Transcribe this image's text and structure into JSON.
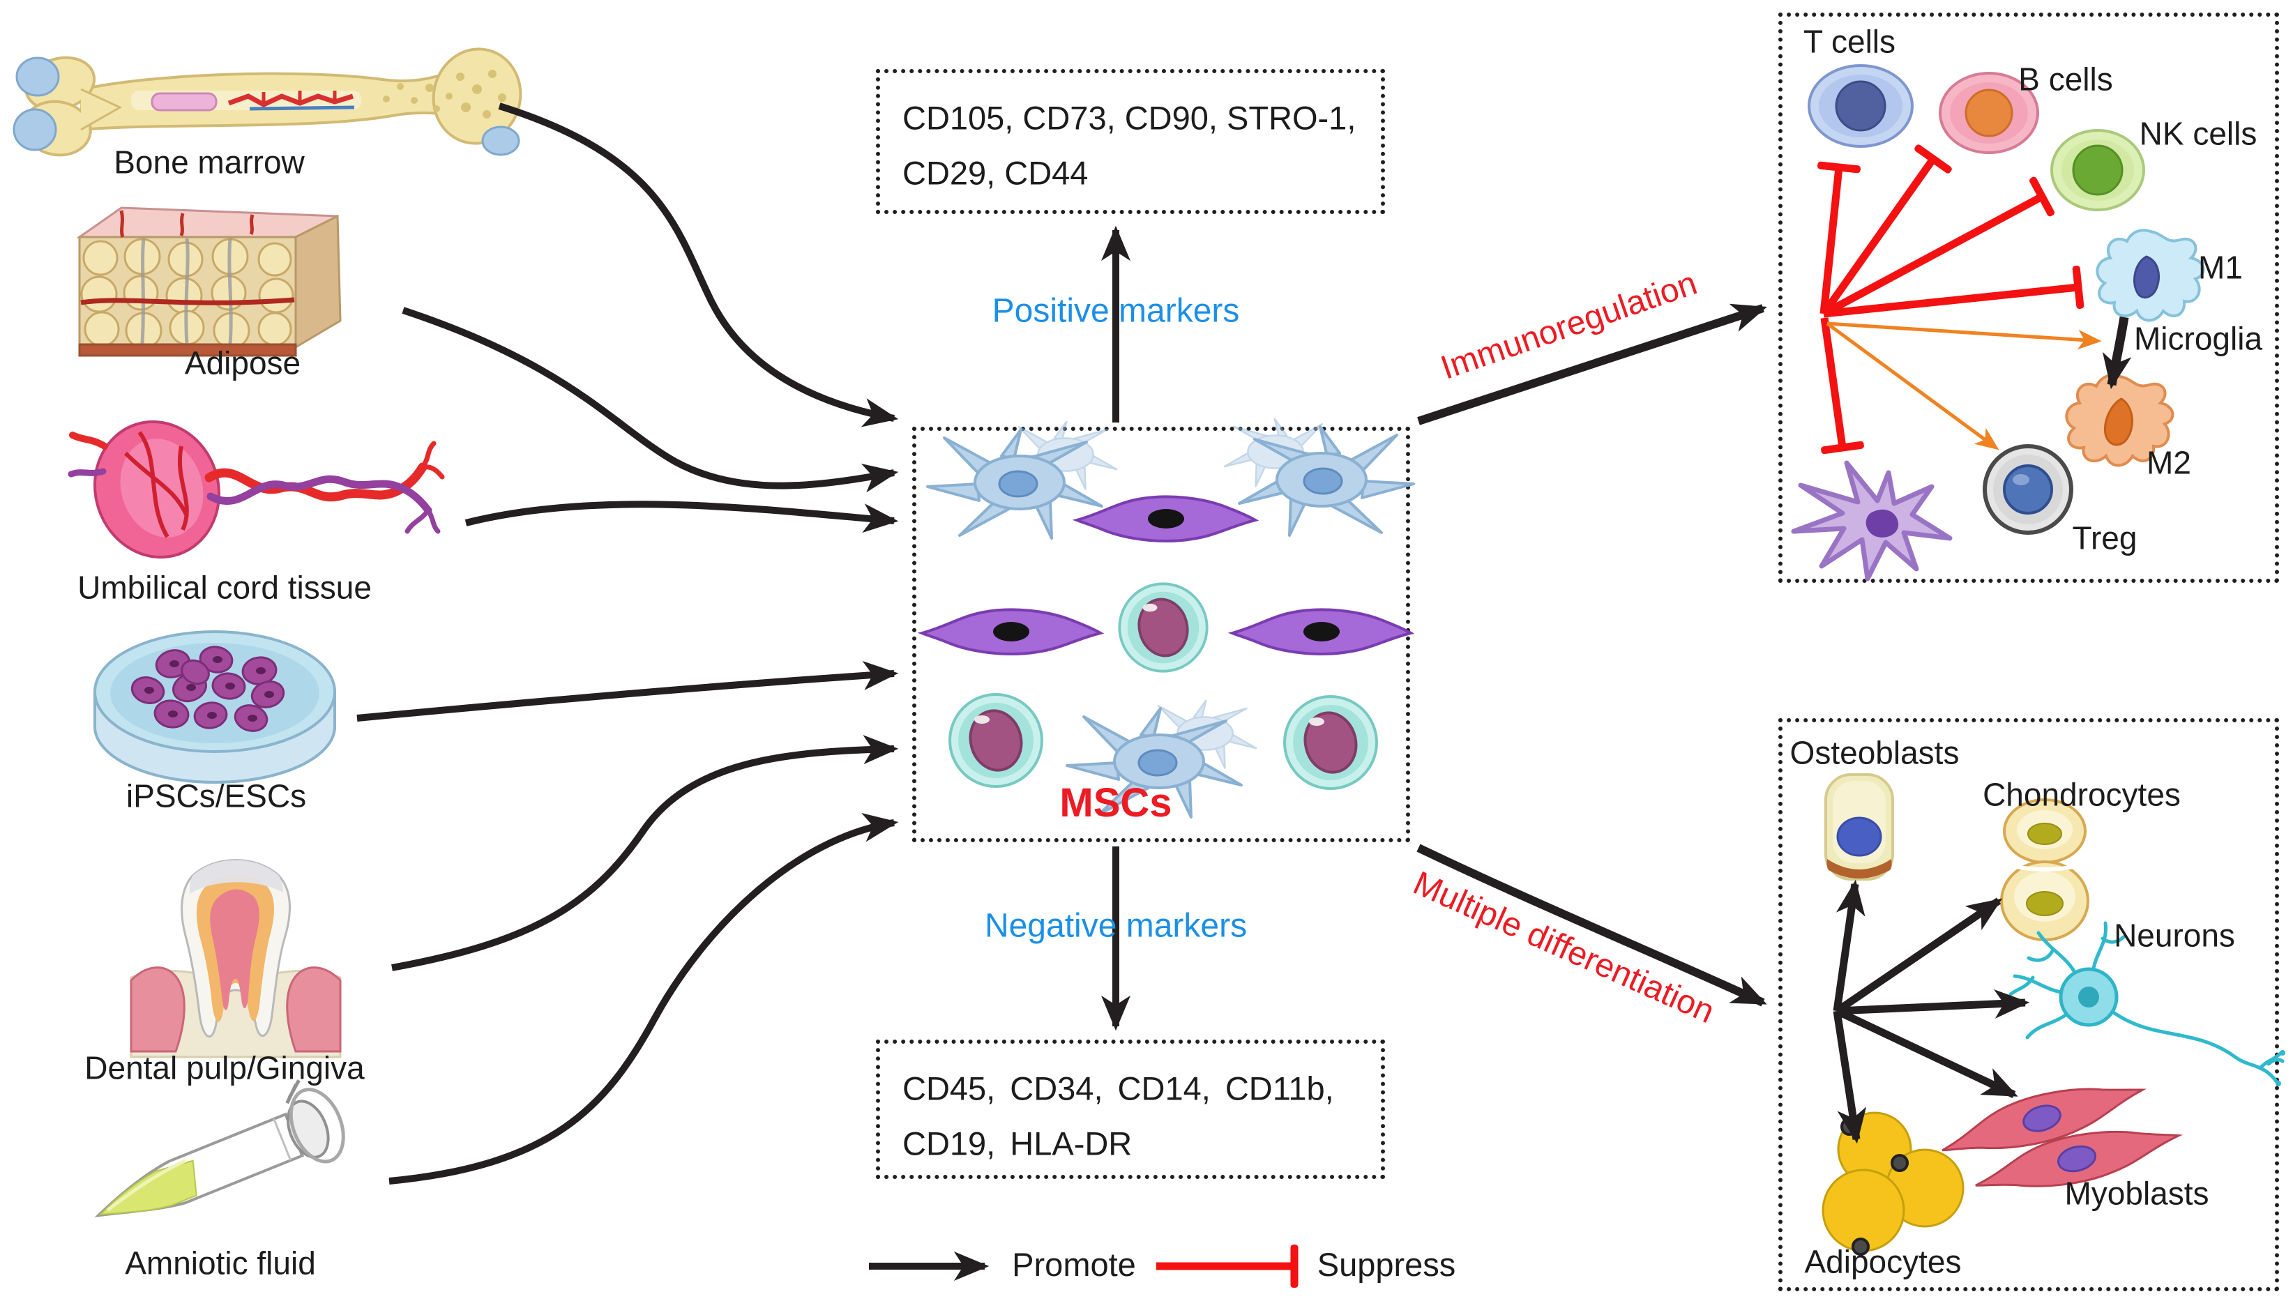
{
  "sources": [
    {
      "label": "Bone marrow"
    },
    {
      "label": "Adipose"
    },
    {
      "label": "Umbilical cord tissue"
    },
    {
      "label": "iPSCs/ESCs"
    },
    {
      "label": "Dental pulp/Gingiva"
    },
    {
      "label": "Amniotic fluid"
    }
  ],
  "mscs": {
    "label": "MSCs",
    "positive_markers_title": "Positive markers",
    "positive_markers_line1": "CD105, CD73, CD90, STRO-1,",
    "positive_markers_line2": "CD29, CD44",
    "negative_markers_title": "Negative markers",
    "negative_markers_line1": "CD45, CD34, CD14, CD11b,",
    "negative_markers_line2": "CD19, HLA-DR"
  },
  "immunoregulation": {
    "label": "Immunoregulation",
    "t_cells": "T cells",
    "b_cells": "B cells",
    "nk_cells": "NK cells",
    "m1": "M1",
    "microglia": "Microglia",
    "m2": "M2",
    "treg": "Treg"
  },
  "differentiation": {
    "label": "Multiple differentiation",
    "osteoblasts": "Osteoblasts",
    "chondrocytes": "Chondrocytes",
    "neurons": "Neurons",
    "myoblasts": "Myoblasts",
    "adipocytes": "Adipocytes"
  },
  "legend": {
    "promote": "Promote",
    "suppress": "Suppress"
  },
  "colors": {
    "marker_title_blue": "#1b8fe8",
    "pathway_red": "#ed1b23",
    "suppress_red": "#f31111",
    "promote_black": "#231f20",
    "induce_orange": "#f08221"
  }
}
